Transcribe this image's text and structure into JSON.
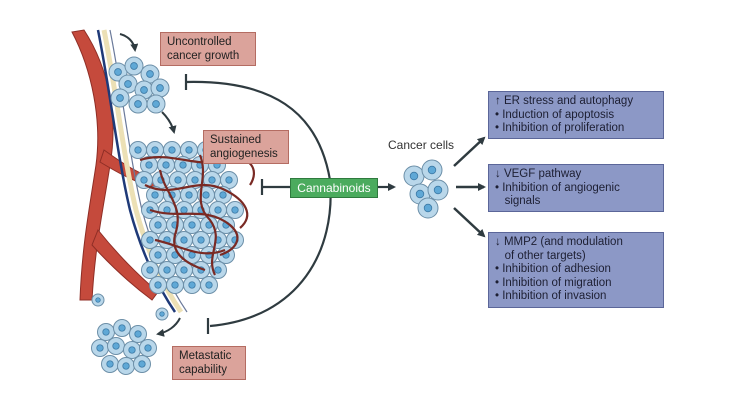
{
  "labels": {
    "uncontrolled": {
      "line1": "Uncontrolled",
      "line2": "cancer growth"
    },
    "angiogenesis": {
      "line1": "Sustained",
      "line2": "angiogenesis"
    },
    "metastatic": {
      "line1": "Metastatic",
      "line2": "capability"
    },
    "cannabinoids": "Cannabinoids",
    "cancer_cells": "Cancer cells"
  },
  "effects": [
    {
      "lines": [
        "↑ ER stress and autophagy",
        "• Induction of apoptosis",
        "• Inhibition of proliferation"
      ]
    },
    {
      "lines": [
        "↓ VEGF pathway",
        "• Inhibition of  angiogenic",
        "   signals"
      ]
    },
    {
      "lines": [
        "↓ MMP2 (and modulation",
        "   of other targets)",
        "• Inhibition of adhesion",
        "• Inhibition of migration",
        "• Inhibition of invasion"
      ]
    }
  ],
  "colors": {
    "label_fill": "#dba39b",
    "cannabinoid_fill": "#4bab5e",
    "effect_fill": "#8c98c6",
    "vessel": "#c54a3c",
    "cell": "#b9d7ea",
    "nucleus": "#5fa8d6",
    "arrow": "#2f3b40"
  }
}
